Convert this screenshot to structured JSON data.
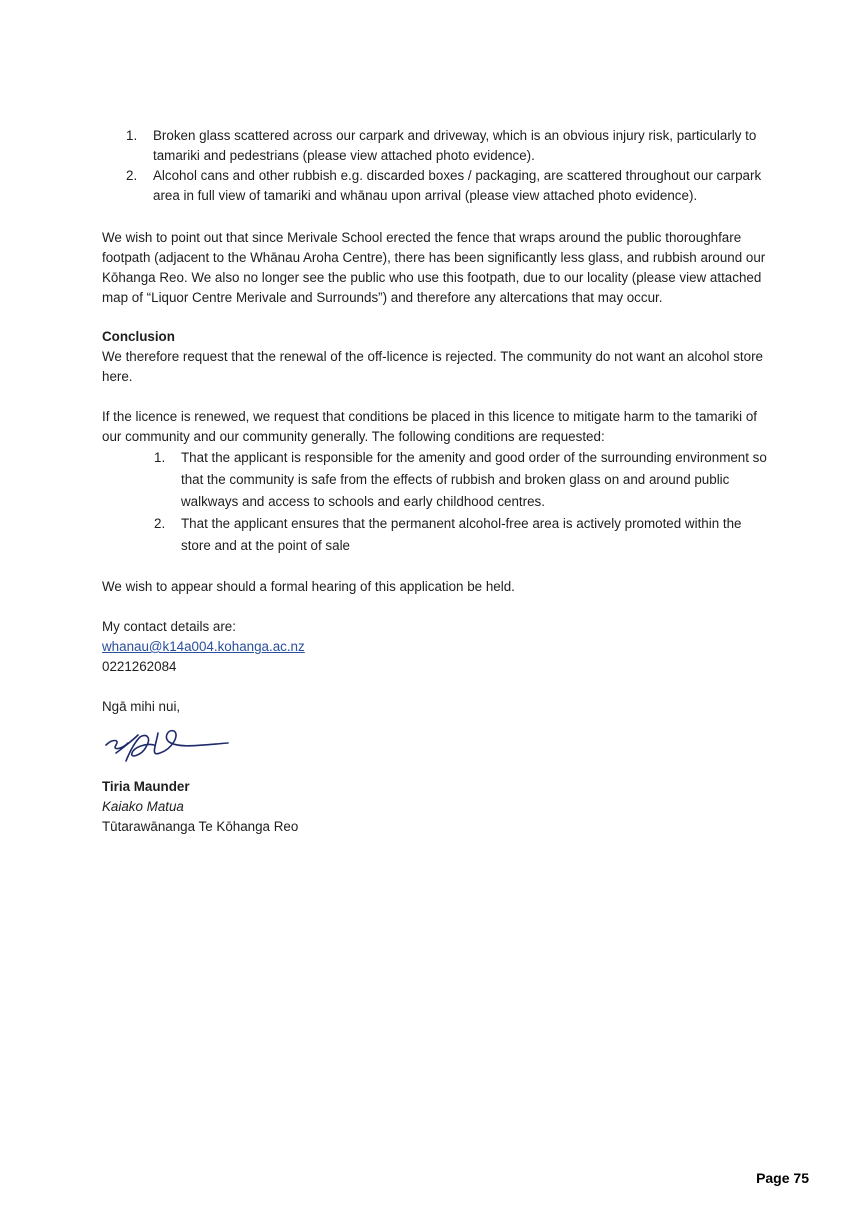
{
  "items": [
    {
      "num": "1.",
      "text": "Broken glass scattered across our carpark and driveway, which is an obvious injury risk, particularly to tamariki and pedestrians (please view attached photo evidence)."
    },
    {
      "num": "2.",
      "text": "Alcohol cans and other rubbish e.g. discarded boxes / packaging, are scattered throughout our carpark area in full view of tamariki and whānau upon arrival (please view attached photo evidence)."
    }
  ],
  "para_fence": "We wish to point out that since Merivale School erected the fence that wraps around the public thoroughfare footpath (adjacent to the Whānau Aroha Centre), there has been significantly less glass, and rubbish around our Kōhanga Reo. We also no longer see the public who use this footpath, due to our locality (please view attached map of “Liquor Centre Merivale and Surrounds”) and therefore any altercations that may occur.",
  "conclusion_heading": "Conclusion",
  "conclusion_text": "We therefore request that the renewal of the off-licence is rejected. The community do not want an alcohol store here.",
  "conditions_intro": "If the licence is renewed, we request that conditions be placed in this licence to mitigate harm to the tamariki of our community and our community generally. The following conditions are requested:",
  "conditions": [
    {
      "num": "1.",
      "text": "That the applicant is responsible for the amenity and good order of the surrounding environment so that the community is safe from the effects of rubbish and broken glass on and around public walkways and access to schools and early childhood centres."
    },
    {
      "num": "2.",
      "text": "That the applicant ensures that the permanent alcohol-free area is actively promoted within the store and at the point of sale"
    }
  ],
  "hearing": "We wish to appear should a formal hearing of this application be held.",
  "contact_label": "My contact details are:",
  "email": "whanau@k14a004.kohanga.ac.nz",
  "phone": "0221262084",
  "closing": "Ngā mihi nui,",
  "signer_name": "Tiria Maunder",
  "signer_role": "Kaiako Matua",
  "signer_org": "Tūtarawānanga Te Kōhanga Reo",
  "page_number": "Page 75"
}
